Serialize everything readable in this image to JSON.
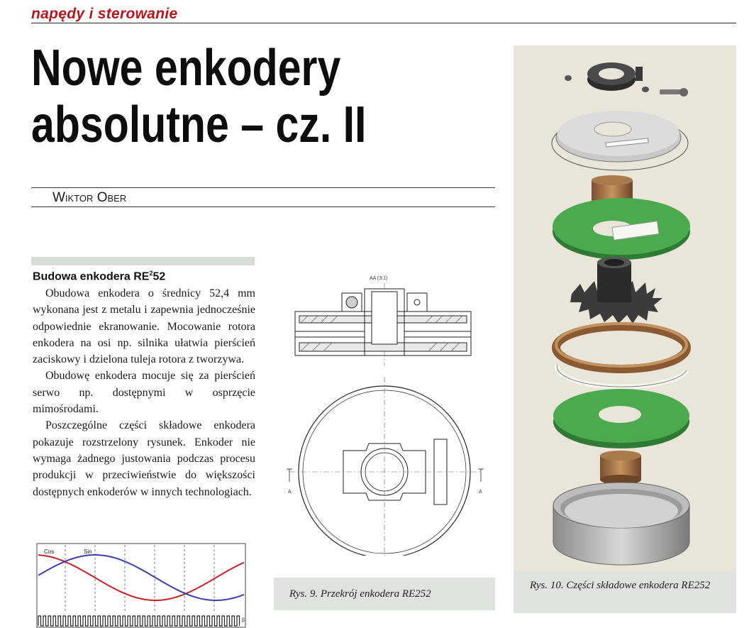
{
  "header": {
    "section": "napędy i sterowanie"
  },
  "article": {
    "title_line1": "Nowe enkodery",
    "title_line2": "absolutne – cz. II",
    "author": "Wiktor Ober",
    "subheading_prefix": "Budowa enkodera RE",
    "subheading_sup": "2",
    "subheading_suffix": "52",
    "paragraphs": [
      "Obudowa enkodera o średnicy 52,4 mm wykonana jest z metalu i zapewnia jednocześnie odpowiednie ekranowanie. Mocowanie rotora enkodera na osi np. silnika ułatwia pierścień zaciskowy i dzielona tuleja rotora z tworzywa.",
      "Obudowę enkodera mocuje się za pierścień serwo np. dostępnymi w osprzęcie mimośrodami.",
      "Poszczególne części składowe enkodera pokazuje rozstrzelony rysunek. Enkoder nie wymaga żadnego justowania podczas procesu produkcji w przeciwieństwie do większości dostępnych enkoderów w innych technologiach."
    ]
  },
  "figure9": {
    "section_label": "AA (3:1)",
    "marker_left": "A",
    "marker_right": "A",
    "caption": "Rys. 9. Przekrój enkodera RE252"
  },
  "figure10": {
    "caption": "Rys. 10. Części składowe enkodera RE252"
  },
  "sine_chart": {
    "label_cos": "Cos",
    "label_sin": "Sin",
    "axis_end_label": "β",
    "cos_color": "#c8202a",
    "sin_color": "#3a3fb0"
  }
}
